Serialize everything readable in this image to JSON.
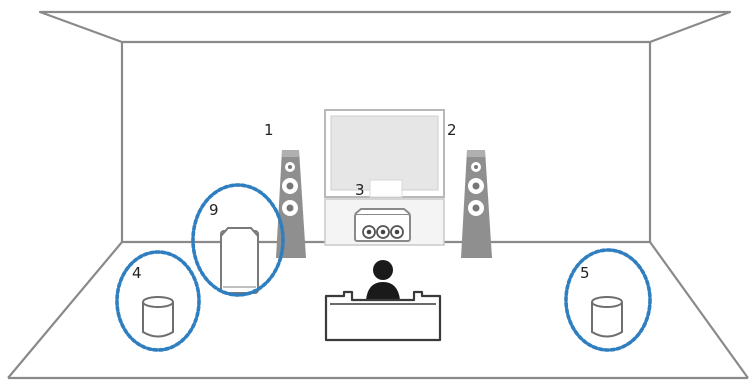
{
  "labels": {
    "front_left": "1",
    "front_right": "2",
    "center": "3",
    "surround_left": "4",
    "surround_right": "5",
    "subwoofer": "9"
  },
  "colors": {
    "outline": "#8a8a8a",
    "speaker_fill": "#8f8f8f",
    "screen_fill": "#e6e6e6",
    "highlight_dash": "#2f7fc0",
    "viewer": "#1a1a1a"
  }
}
